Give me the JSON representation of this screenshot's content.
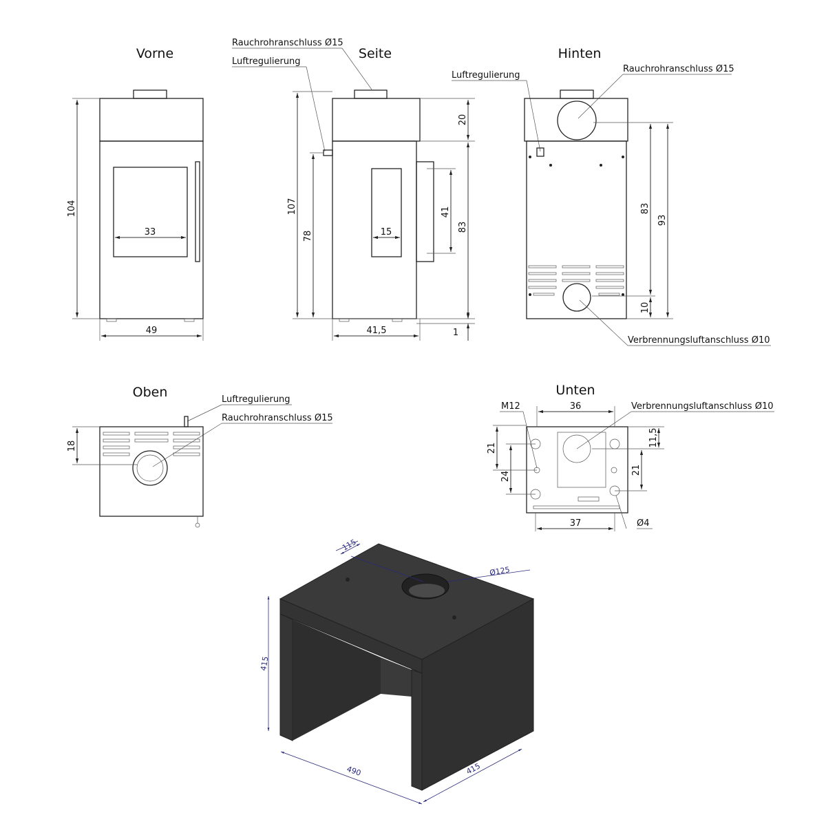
{
  "views": {
    "front": {
      "title": "Vorne",
      "dims": {
        "height": "104",
        "width": "49",
        "window": "33"
      }
    },
    "side": {
      "title": "Seite",
      "labels": {
        "flue": "Rauchrohranschluss Ø15",
        "air": "Luftregulierung"
      },
      "dims": {
        "total": "107",
        "door": "78",
        "top": "20",
        "body": "83",
        "handle": "41",
        "window": "15",
        "width": "41,5",
        "foot": "1"
      }
    },
    "back": {
      "title": "Hinten",
      "labels": {
        "air": "Luftregulierung",
        "flue": "Rauchrohranschluss Ø15",
        "combustion": "Verbrennungsluftanschluss Ø10"
      },
      "dims": {
        "a": "83",
        "b": "93",
        "c": "10"
      }
    },
    "top": {
      "title": "Oben",
      "labels": {
        "air": "Luftregulierung",
        "flue": "Rauchrohranschluss Ø15"
      },
      "dims": {
        "depth": "18"
      }
    },
    "bottom": {
      "title": "Unten",
      "labels": {
        "m12": "M12",
        "combustion": "Verbrennungsluftanschluss Ø10",
        "d4": "Ø4"
      },
      "dims": {
        "w36": "36",
        "w37": "37",
        "h21a": "21",
        "h24": "24",
        "h11": "11,5",
        "h21b": "21"
      }
    },
    "pedestal": {
      "dims": {
        "offset": "115",
        "hole": "Ø125",
        "height": "415",
        "width": "490",
        "depth": "415"
      }
    }
  }
}
